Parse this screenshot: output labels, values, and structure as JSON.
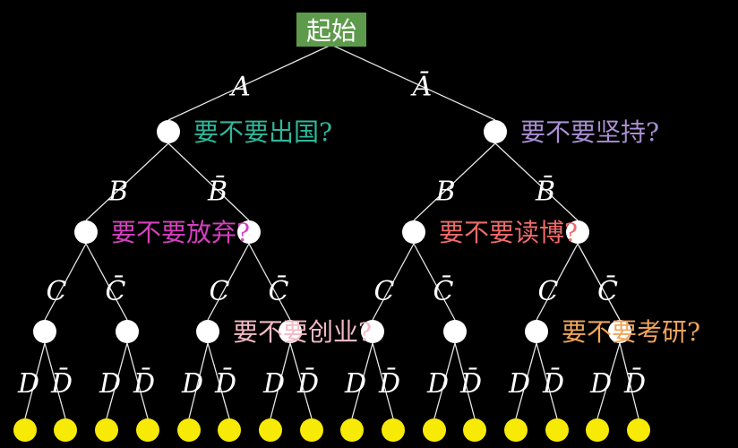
{
  "root": {
    "label": "起始",
    "box_color": "#5e9a4b"
  },
  "variables": [
    {
      "symbol": "A",
      "negated": "Ā"
    },
    {
      "symbol": "B",
      "negated": "B̄"
    },
    {
      "symbol": "C",
      "negated": "C̄"
    },
    {
      "symbol": "D",
      "negated": "D̄"
    }
  ],
  "questions": [
    {
      "text": "要不要出国?",
      "color": "#2fb79a",
      "level": 1,
      "node_index": 0
    },
    {
      "text": "要不要坚持?",
      "color": "#a98fd3",
      "level": 1,
      "node_index": 1
    },
    {
      "text": "要不要放弃?",
      "color": "#d63fbf",
      "level": 2,
      "node_index": 0
    },
    {
      "text": "要不要读博?",
      "color": "#ee6a6a",
      "level": 2,
      "node_index": 2
    },
    {
      "text": "要不要创业?",
      "color": "#f2b9c6",
      "level": 3,
      "node_index": 2
    },
    {
      "text": "要不要考研?",
      "color": "#f0a55c",
      "level": 3,
      "node_index": 6
    }
  ],
  "node_colors": {
    "internal": "#ffffff",
    "leaf": "#f7ea07",
    "edge": "#e8e8e8"
  },
  "leaf_count": 16
}
